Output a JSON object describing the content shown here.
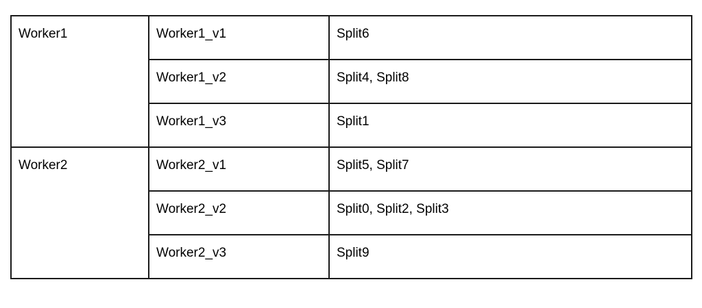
{
  "table": {
    "groups": [
      {
        "worker": "Worker1",
        "rows": [
          {
            "version": "Worker1_v1",
            "splits": "Split6"
          },
          {
            "version": "Worker1_v2",
            "splits": "Split4, Split8"
          },
          {
            "version": "Worker1_v3",
            "splits": "Split1"
          }
        ]
      },
      {
        "worker": "Worker2",
        "rows": [
          {
            "version": "Worker2_v1",
            "splits": "Split5, Split7"
          },
          {
            "version": "Worker2_v2",
            "splits": "Split0, Split2, Split3"
          },
          {
            "version": "Worker2_v3",
            "splits": "Split9"
          }
        ]
      }
    ]
  }
}
